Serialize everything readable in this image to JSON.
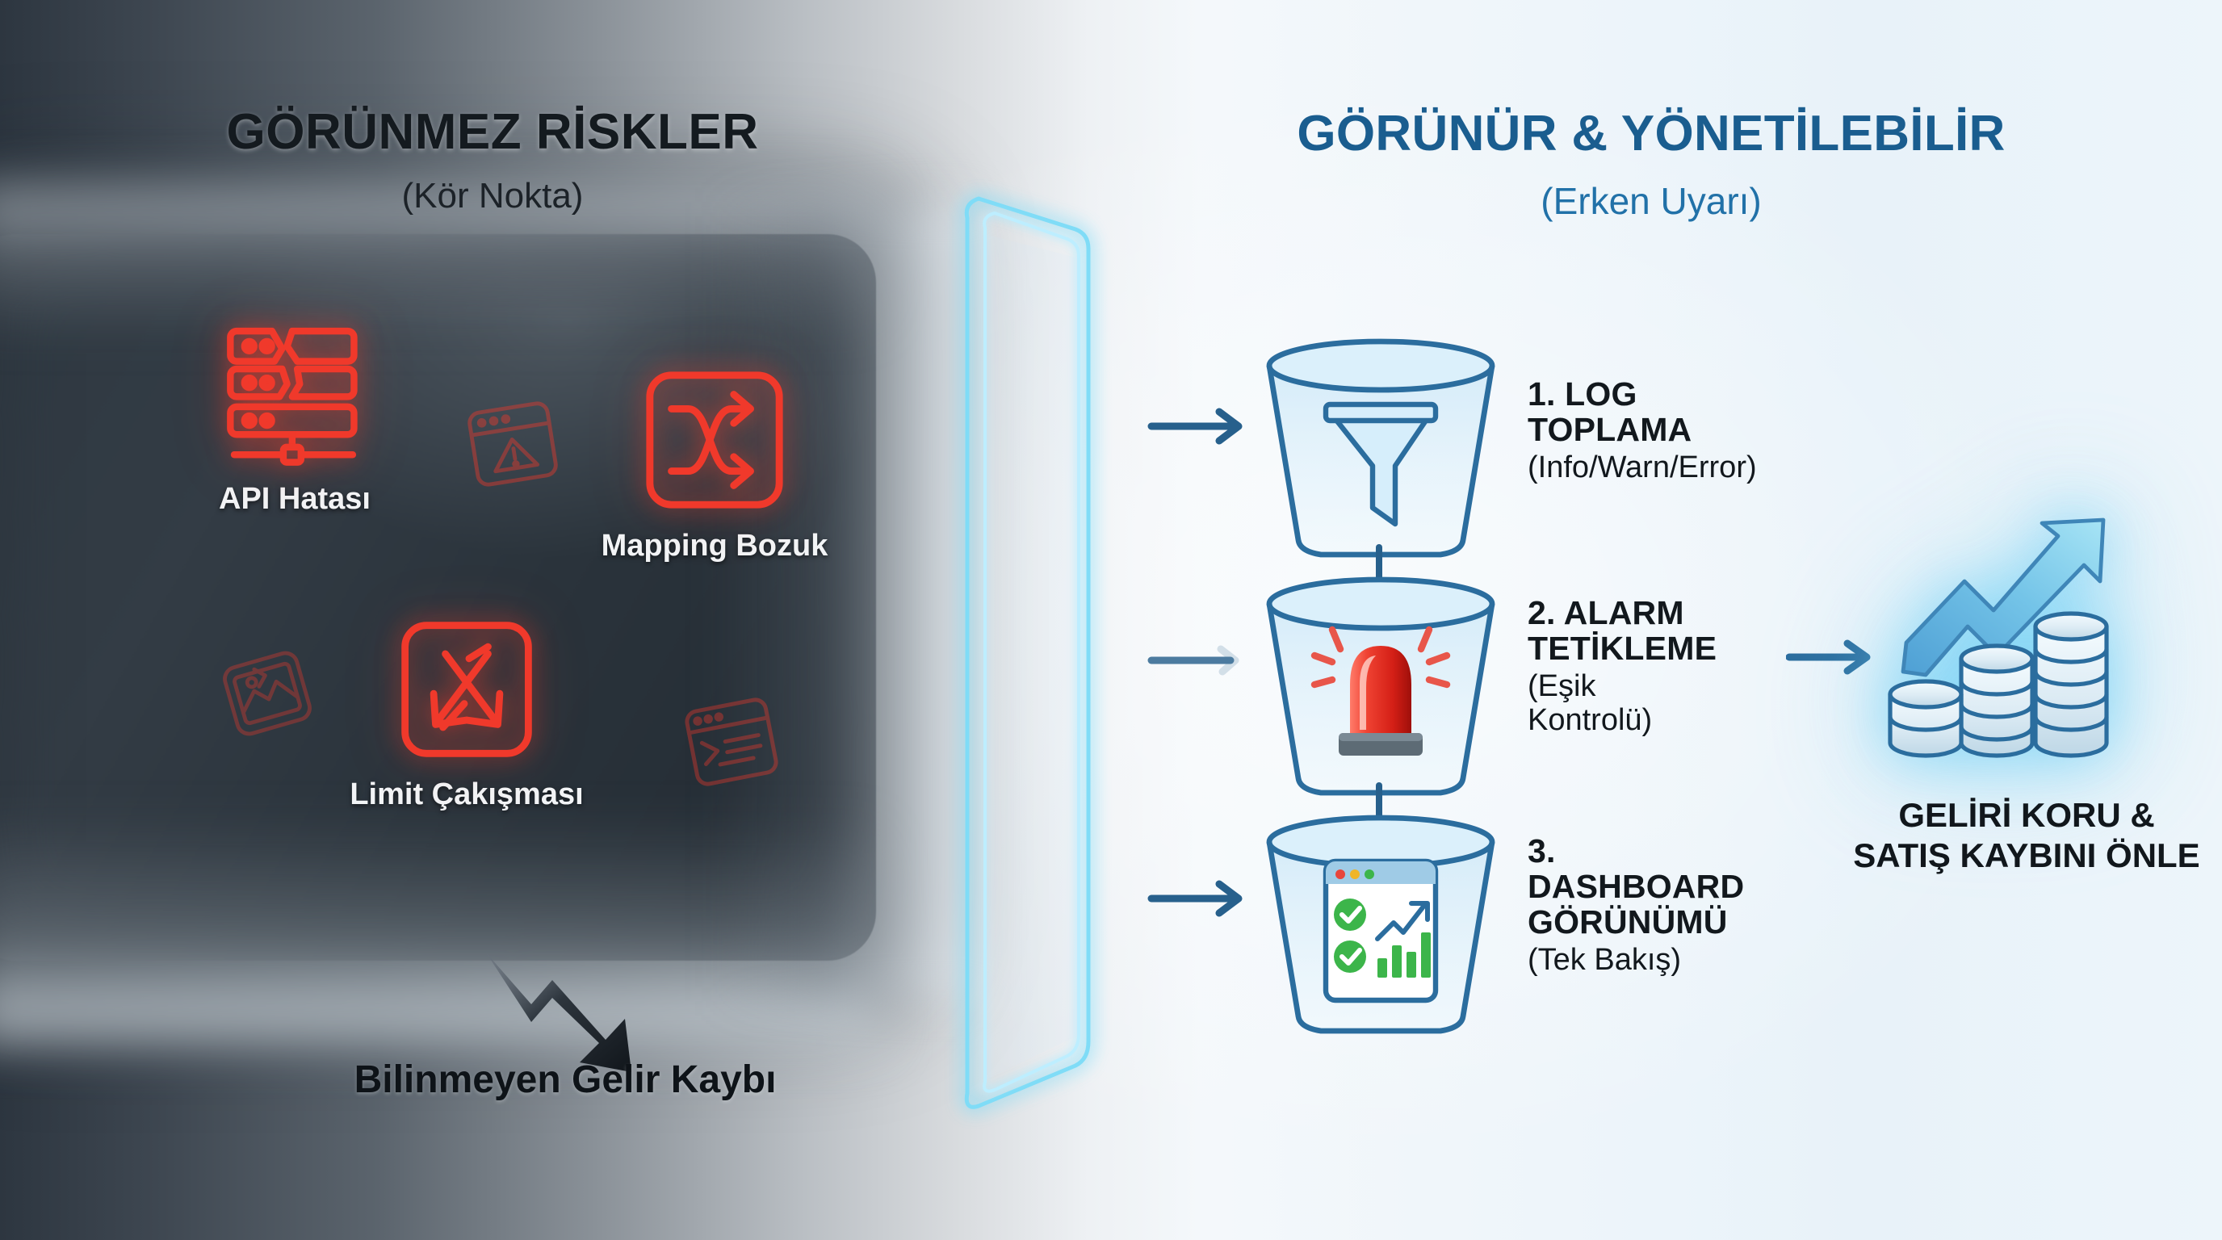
{
  "left": {
    "title": "GÖRÜNMEZ RİSKLER",
    "subtitle": "(Kör Nokta)",
    "risks": [
      {
        "label": "API Hatası",
        "icon": "broken-server-icon"
      },
      {
        "label": "Mapping Bozuk",
        "icon": "shuffle-arrows-icon"
      },
      {
        "label": "Limit Çakışması",
        "icon": "crossing-arrows-icon"
      }
    ],
    "ghost_icons": [
      {
        "icon": "browser-warning-icon"
      },
      {
        "icon": "broken-image-icon"
      },
      {
        "icon": "terminal-window-icon"
      }
    ],
    "loss": {
      "label": "Bilinmeyen Gelir Kaybı",
      "icon": "downward-trend-arrow-icon"
    }
  },
  "divider": {
    "icon": "glowing-portal-icon"
  },
  "right": {
    "title": "GÖRÜNÜR & YÖNETİLEBİLİR",
    "subtitle": "(Erken Uyarı)",
    "steps": [
      {
        "title": "1. LOG TOPLAMA",
        "subtitle": "(Info/Warn/Error)",
        "icon": "funnel-filter-icon",
        "inbound_icon": "arrow-right-icon"
      },
      {
        "title_line1": "2. ALARM",
        "title_line2": "TETİKLEME",
        "subtitle": "(Eşik Kontrolü)",
        "icon": "alarm-siren-icon",
        "inbound_icon": "arrow-right-icon"
      },
      {
        "title_line1": "3. DASHBOARD",
        "title_line2": "GÖRÜNÜMÜ",
        "subtitle": "(Tek Bakış)",
        "icon": "dashboard-window-icon",
        "inbound_icon": "arrow-right-icon"
      }
    ],
    "outcome": {
      "line1": "GELİRİ KORU &",
      "line2": "SATIŞ KAYBINI ÖNLE",
      "icon": "coins-growth-icon",
      "inbound_icon": "arrow-right-icon"
    }
  },
  "colors": {
    "risk_red": "#f0392b",
    "right_title_blue": "#1a5d8f",
    "funnel_blue": "#2b6d9e",
    "portal_cyan": "#7fdcf7",
    "dashboard_green": "#3cb54a",
    "alarm_red": "#e63329",
    "dark_panel": "#2a333b"
  }
}
